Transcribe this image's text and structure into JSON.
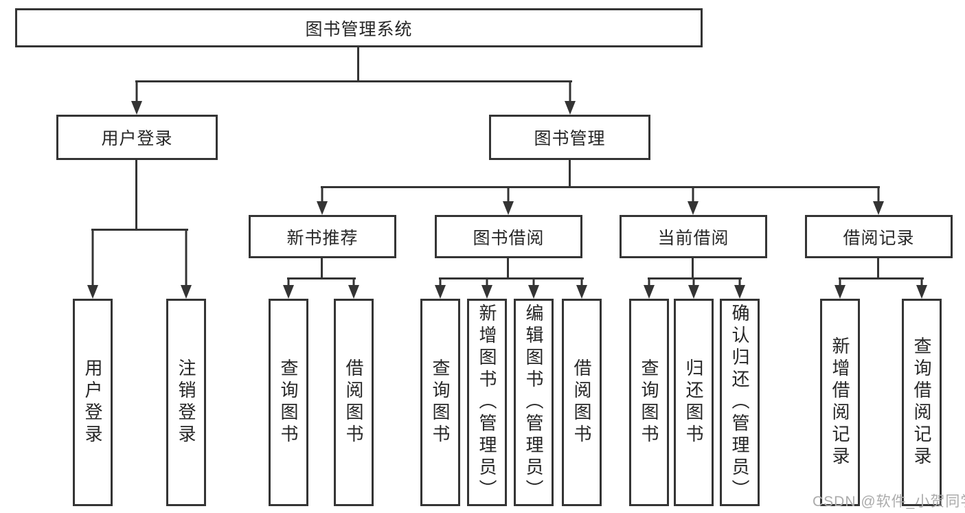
{
  "colors": {
    "line": "#343434",
    "text": "#262626",
    "watermark": "#ababab",
    "bg": "#ffffff"
  },
  "tree": {
    "root": {
      "label": "图书管理系统"
    },
    "level2": [
      {
        "label": "用户登录"
      },
      {
        "label": "图书管理"
      }
    ],
    "level3": [
      {
        "label": "新书推荐"
      },
      {
        "label": "图书借阅"
      },
      {
        "label": "当前借阅"
      },
      {
        "label": "借阅记录"
      }
    ],
    "leaves": {
      "user": [
        {
          "label": "用户登录"
        },
        {
          "label": "注销登录"
        }
      ],
      "recommend": [
        {
          "label": "查询图书"
        },
        {
          "label": "借阅图书"
        }
      ],
      "borrow": [
        {
          "label": "查询图书"
        },
        {
          "label": "新增图书（管理员）"
        },
        {
          "label": "编辑图书（管理员）"
        },
        {
          "label": "借阅图书"
        }
      ],
      "current": [
        {
          "label": "查询图书"
        },
        {
          "label": "归还图书"
        },
        {
          "label": "确认归还（管理员）"
        }
      ],
      "record": [
        {
          "label": "新增借阅记录"
        },
        {
          "label": "查询借阅记录"
        }
      ]
    }
  },
  "watermark": {
    "text": "CSDN @软件_小贺同学"
  }
}
